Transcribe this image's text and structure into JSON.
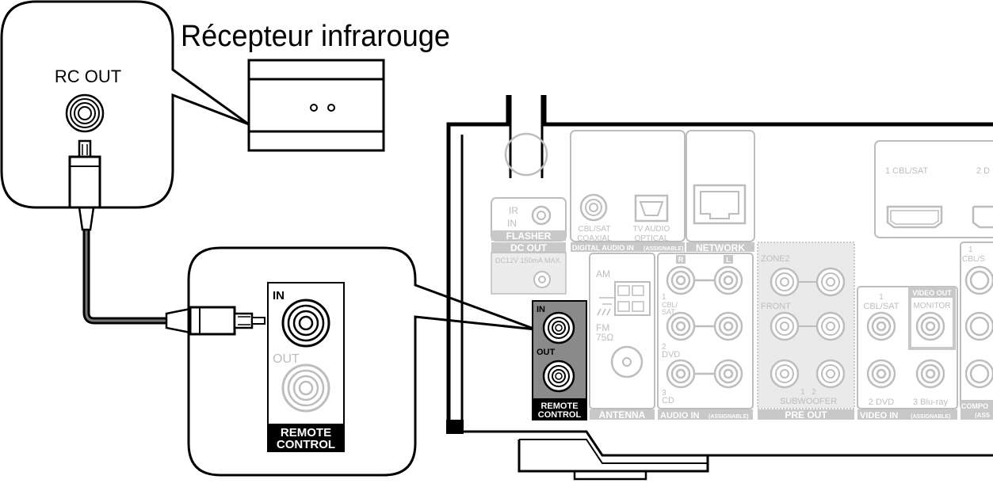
{
  "title": "Récepteur infrarouge",
  "receiver_label": "RC OUT",
  "remote_zoom": {
    "in_label": "IN",
    "out_label": "OUT",
    "caption_line1": "REMOTE",
    "caption_line2": "CONTROL"
  },
  "panel": {
    "flasher_ir": "IR",
    "flasher_in": "IN",
    "flasher": "FLASHER",
    "dc_out": "DC OUT",
    "dc_spec": "DC12V 150mA MAX.",
    "cbl_sat": "CBL/SAT",
    "coaxial": "COAXIAL",
    "tv_audio": "TV AUDIO",
    "optical": "OPTICAL",
    "digital_audio_in": "DIGITAL AUDIO IN",
    "assignable": "(ASSIGNABLE)",
    "network": "NETWORK",
    "hdmi_1": "1 CBL/SAT",
    "hdmi_2": "2 D",
    "am": "AM",
    "fm": "FM",
    "fm_ohm": "75Ω",
    "antenna": "ANTENNA",
    "r": "R",
    "l": "L",
    "audio_1": "1",
    "audio_1_name": "CBL/",
    "audio_1_name2": "SAT",
    "audio_2": "2",
    "audio_2_name": "DVD",
    "audio_3": "3",
    "audio_3_name": "CD",
    "audio_in": "AUDIO IN",
    "zone2": "ZONE2",
    "front": "FRONT",
    "subwoofer": "SUBWOOFER",
    "sub_1": "1",
    "sub_2": "2",
    "pre_out": "PRE OUT",
    "video_1": "1",
    "video_1_name": "CBL/SAT",
    "video_out": "VIDEO OUT",
    "monitor": "MONITOR",
    "video_2": "2 DVD",
    "video_3": "3 Blu-ray",
    "video_in": "VIDEO IN",
    "comp_1": "1",
    "comp_1_name": "CBL/S",
    "compo": "COMPO",
    "ass": "(ASS",
    "remote_in": "IN",
    "remote_out": "OUT",
    "remote_line1": "REMOTE",
    "remote_line2": "CONTROL"
  }
}
